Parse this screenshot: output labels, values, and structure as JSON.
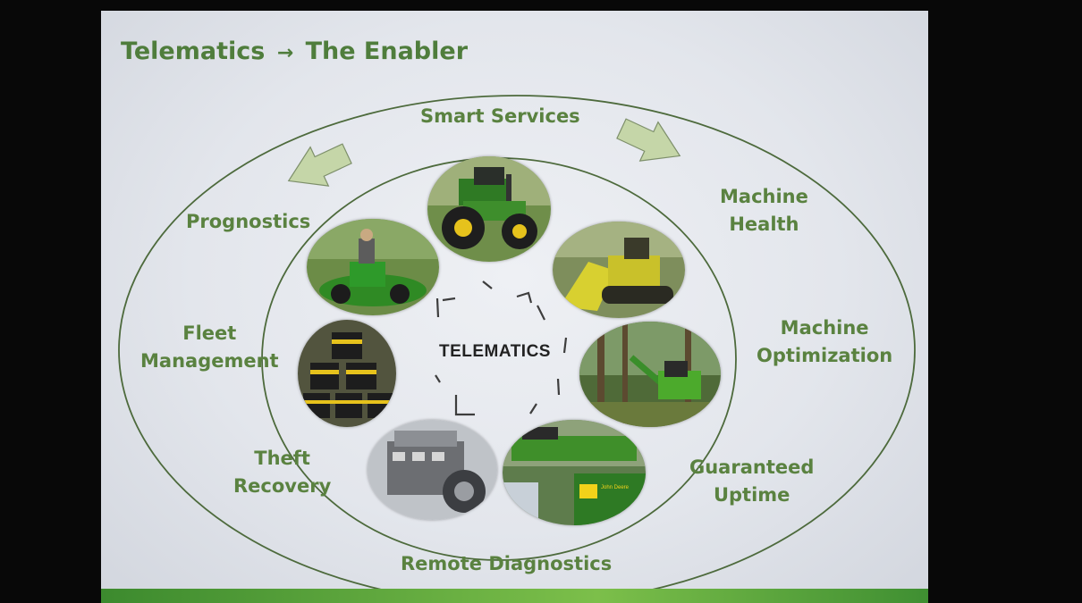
{
  "slide": {
    "title_left": "Telematics",
    "title_arrow": "→",
    "title_right": "The Enabler"
  },
  "outer_labels": {
    "smart_services": "Smart Services",
    "prognostics": "Prognostics",
    "machine_health_line1": "Machine",
    "machine_health_line2": "Health",
    "fleet_management_line1": "Fleet",
    "fleet_management_line2": "Management",
    "machine_optimization_line1": "Machine",
    "machine_optimization_line2": "Optimization",
    "theft_recovery_line1": "Theft",
    "theft_recovery_line2": "Recovery",
    "guaranteed_uptime_line1": "Guaranteed",
    "guaranteed_uptime_line2": "Uptime",
    "remote_diagnostics": "Remote Diagnostics"
  },
  "center": {
    "label": "TELEMATICS"
  },
  "photos": [
    {
      "id": "tractor",
      "subject": "tractor"
    },
    {
      "id": "mower",
      "subject": "zero-turn mower"
    },
    {
      "id": "crawler",
      "subject": "crawler dozer"
    },
    {
      "id": "forestry",
      "subject": "forestry harvester"
    },
    {
      "id": "batteries",
      "subject": "battery packs"
    },
    {
      "id": "engine",
      "subject": "engine"
    },
    {
      "id": "brand",
      "subject": "brand card",
      "brand_text": "John Deere"
    }
  ],
  "colors": {
    "label_green": "#5a8240",
    "title_green": "#4f7d3c",
    "deere_green": "#3f8f2a",
    "deere_yellow": "#f2d21a",
    "slide_bg": "#e8eaf0"
  }
}
